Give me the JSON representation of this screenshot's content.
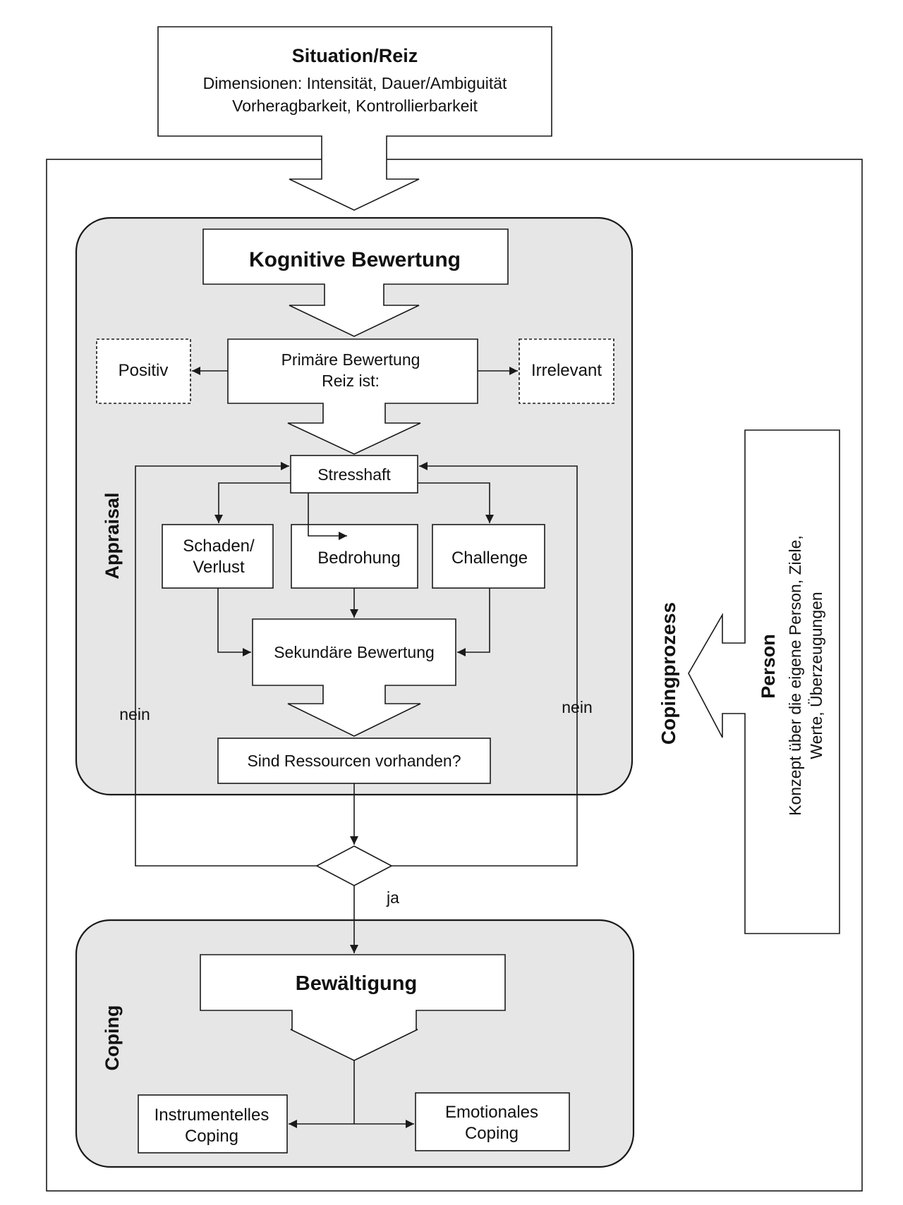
{
  "situation": {
    "title": "Situation/Reiz",
    "line1": "Dimensionen: Intensität, Dauer/Ambiguität",
    "line2": "Vorheragbarkeit, Kontrollierbarkeit"
  },
  "appraisal": {
    "section_label": "Appraisal",
    "header": "Kognitive Bewertung",
    "primary_line1": "Primäre Bewertung",
    "primary_line2": "Reiz ist:",
    "positive": "Positiv",
    "irrelevant": "Irrelevant",
    "stressful": "Stresshaft",
    "harm_line1": "Schaden/",
    "harm_line2": "Verlust",
    "threat": "Bedrohung",
    "challenge": "Challenge",
    "secondary": "Sekundäre Bewertung",
    "resources": "Sind Ressourcen vorhanden?"
  },
  "decision": {
    "no_left": "nein",
    "no_right": "nein",
    "yes": "ja"
  },
  "coping": {
    "section_label": "Coping",
    "header": "Bewältigung",
    "instrumental_line1": "Instrumentelles",
    "instrumental_line2": "Coping",
    "emotional_line1": "Emotionales",
    "emotional_line2": "Coping"
  },
  "process_label": "Copingprozess",
  "person": {
    "title": "Person",
    "line1": "Konzept über die eigene Person, Ziele,",
    "line2": "Werte, Überzeugungen"
  },
  "colors": {
    "panel_fill": "#e6e6e6",
    "stroke": "#1a1a1a",
    "box_fill": "#ffffff"
  }
}
